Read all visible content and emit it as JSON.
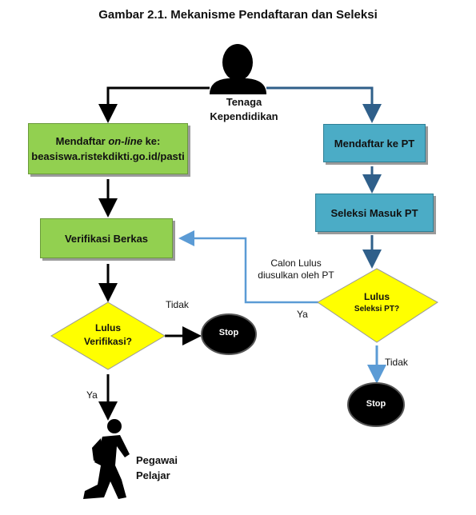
{
  "title": "Gambar 2.1. Mekanisme Pendaftaran dan Seleksi",
  "person_top_label": [
    "Tenaga",
    "Kependidikan"
  ],
  "left": {
    "register_line1_prefix": "Mendaftar ",
    "register_line1_italic": "on-line",
    "register_line1_suffix": " ke:",
    "register_line2": "beasiswa.ristekdikti.go.id/pasti",
    "verify": "Verifikasi Berkas",
    "decision_line1": "Lulus",
    "decision_line2": "Verifikasi?",
    "no_label": "Tidak",
    "yes_label": "Ya",
    "stop": "Stop",
    "result_line1": "Pegawai",
    "result_line2": "Pelajar"
  },
  "right": {
    "register": "Mendaftar ke PT",
    "selection": "Seleksi Masuk PT",
    "decision_line1": "Lulus",
    "decision_line2": "Seleksi PT?",
    "feedback_line1": "Calon Lulus",
    "feedback_line2": "diusulkan oleh PT",
    "yes_label": "Ya",
    "no_label": "Tidak",
    "stop": "Stop"
  },
  "colors": {
    "green_box": "#92d050",
    "blue_box": "#4bacc6",
    "decision": "#ffff00",
    "stop": "#000000",
    "blue_arrow": "#2f5f8a",
    "feedback_arrow": "#5b9bd5"
  },
  "icons": {
    "person_top": "person-silhouette-icon",
    "person_bottom": "walking-person-icon"
  }
}
